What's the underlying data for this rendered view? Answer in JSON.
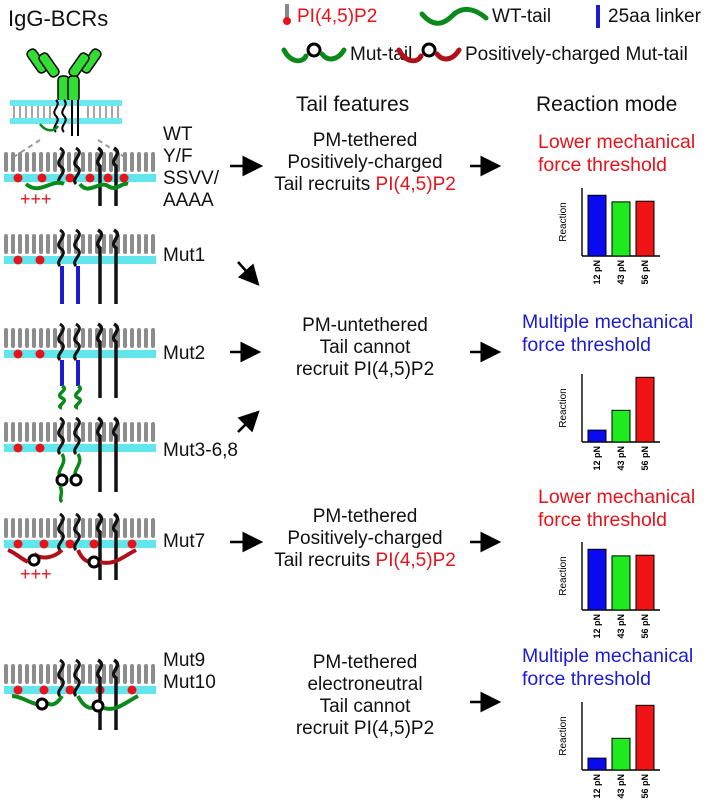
{
  "title": "IgG-BCRs",
  "legend": {
    "pip2": "PI(4,5)P2",
    "wt_tail": "WT-tail",
    "linker": "25aa linker",
    "mut_tail": "Mut-tail",
    "pos_mut_tail": "Positively-charged Mut-tail"
  },
  "columns": {
    "features": "Tail features",
    "mode": "Reaction mode"
  },
  "groups": [
    {
      "labels": [
        "WT",
        "Y/F",
        "SSVV/",
        "AAAA"
      ],
      "charge": "+++",
      "feature_lines": [
        "PM-tethered",
        "Positively-charged"
      ],
      "feature_last_prefix": "Tail recruits ",
      "feature_last_hl": "PI(4,5)P2",
      "mode_lines": [
        "Lower mechanical",
        "force threshold"
      ],
      "mode_color": "#e8121b"
    },
    {
      "labels_mut1": "Mut1",
      "labels_mut2": "Mut2",
      "labels_mut3": "Mut3-6,8",
      "feature_lines": [
        "PM-untethered",
        "Tail cannot",
        "recruit PI(4,5)P2"
      ],
      "mode_lines": [
        "Multiple mechanical",
        "force threshold"
      ],
      "mode_color": "#1b1bd6"
    },
    {
      "labels": [
        "Mut7"
      ],
      "charge": "+++",
      "feature_lines": [
        "PM-tethered",
        "Positively-charged"
      ],
      "feature_last_prefix": "Tail recruits ",
      "feature_last_hl": "PI(4,5)P2",
      "mode_lines": [
        "Lower mechanical",
        "force threshold"
      ],
      "mode_color": "#e8121b"
    },
    {
      "labels": [
        "Mut9",
        "Mut10"
      ],
      "feature_lines": [
        "PM-tethered",
        "electroneutral",
        "Tail cannot",
        "recruit PI(4,5)P2"
      ],
      "mode_lines": [
        "Multiple mechanical",
        "force threshold"
      ],
      "mode_color": "#1b1bd6"
    }
  ],
  "chart_data": [
    {
      "type": "bar",
      "categories": [
        "12 pN",
        "43 pN",
        "56 pN"
      ],
      "values": [
        0.92,
        0.82,
        0.83
      ],
      "ylabel": "Reaction",
      "colors": [
        "#0a0af0",
        "#1eea1e",
        "#f01414"
      ]
    },
    {
      "type": "bar",
      "categories": [
        "12 pN",
        "43 pN",
        "56 pN"
      ],
      "values": [
        0.18,
        0.48,
        0.98
      ],
      "ylabel": "Reaction",
      "colors": [
        "#0a0af0",
        "#1eea1e",
        "#f01414"
      ]
    },
    {
      "type": "bar",
      "categories": [
        "12 pN",
        "43 pN",
        "56 pN"
      ],
      "values": [
        0.92,
        0.82,
        0.83
      ],
      "ylabel": "Reaction",
      "colors": [
        "#0a0af0",
        "#1eea1e",
        "#f01414"
      ]
    },
    {
      "type": "bar",
      "categories": [
        "12 pN",
        "43 pN",
        "56 pN"
      ],
      "values": [
        0.18,
        0.48,
        0.98
      ],
      "ylabel": "Reaction",
      "colors": [
        "#0a0af0",
        "#1eea1e",
        "#f01414"
      ]
    }
  ]
}
